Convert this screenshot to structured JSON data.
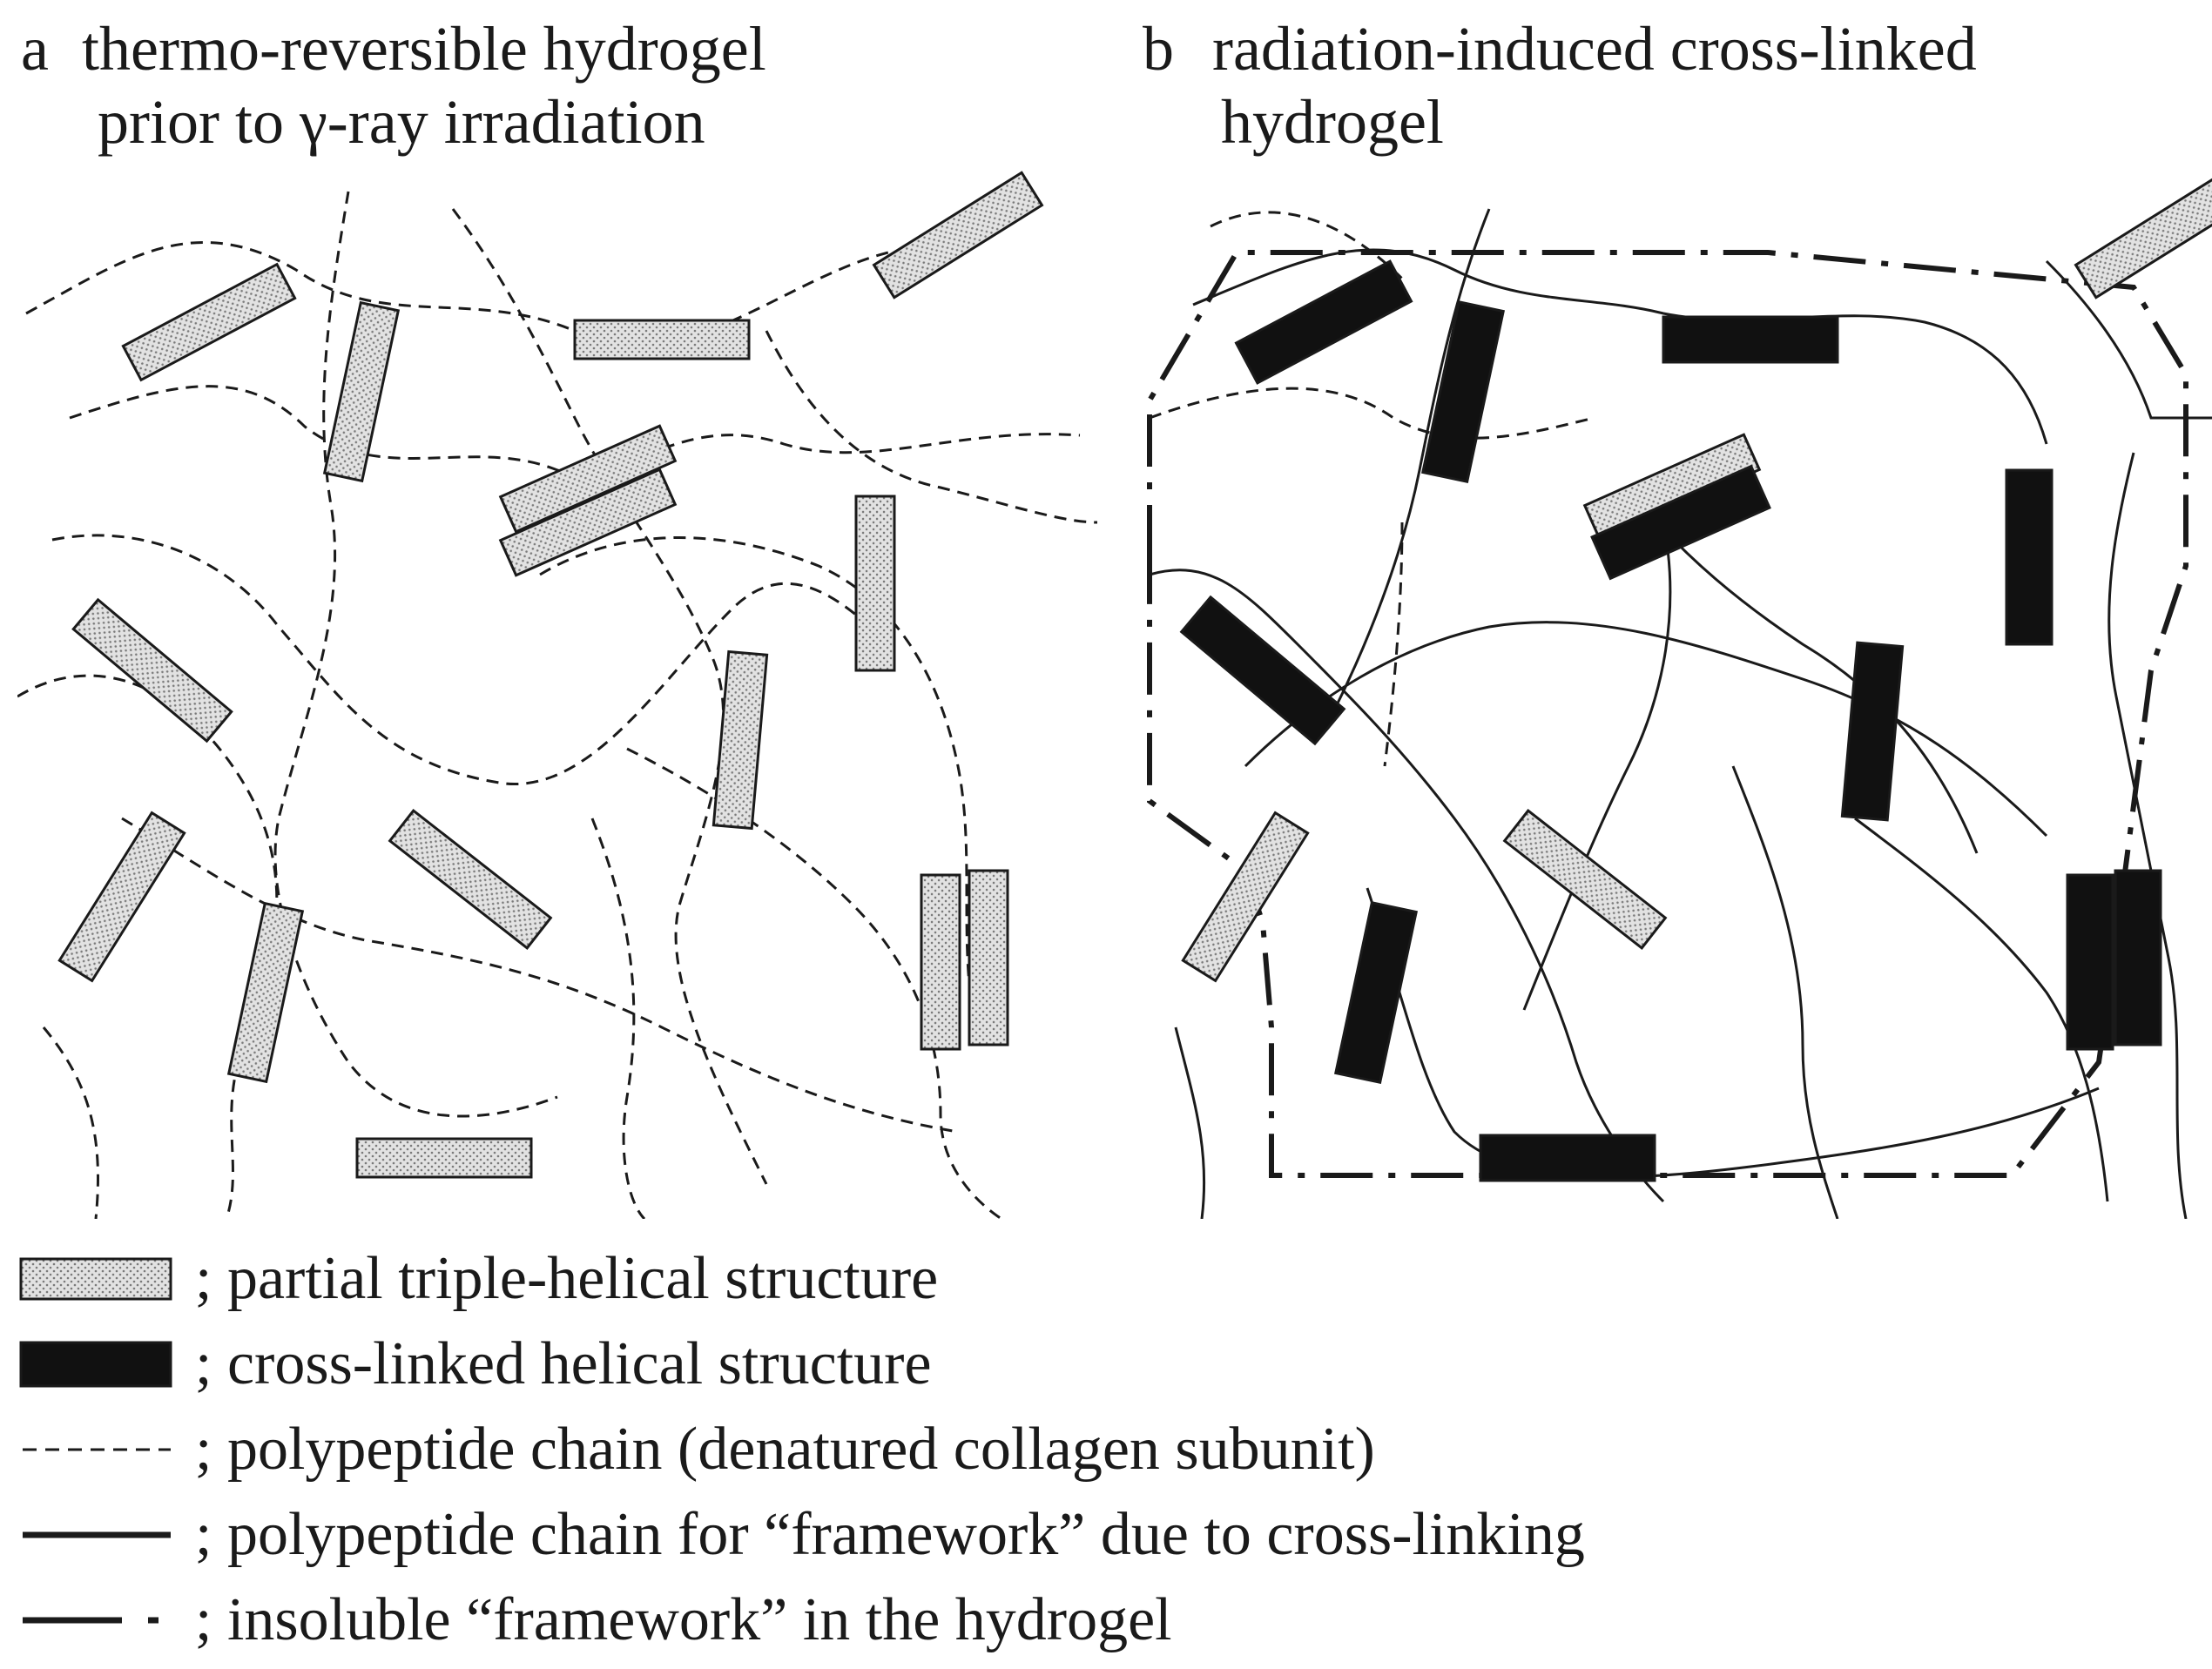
{
  "panels": [
    {
      "label": "a",
      "title_line1": "thermo-reversible hydrogel",
      "title_line2": "prior to γ-ray irradiation"
    },
    {
      "label": "b",
      "title_line1": "radiation-induced cross-linked",
      "title_line2": "hydrogel"
    }
  ],
  "legend": [
    {
      "marker": "partial-triple-helix-box",
      "text": "; partial triple-helical structure"
    },
    {
      "marker": "cross-linked-helix-box",
      "text": "; cross-linked helical structure"
    },
    {
      "marker": "dashed-line",
      "text": "; polypeptide chain (denatured collagen subunit)"
    },
    {
      "marker": "solid-line",
      "text": "; polypeptide chain for “framework” due to cross-linking"
    },
    {
      "marker": "dash-dot-line",
      "text": "; insoluble “framework” in the hydrogel"
    }
  ],
  "colors": {
    "ink": "#1a1a1a",
    "stipple": "#c8c8c8",
    "background": "#ffffff"
  }
}
